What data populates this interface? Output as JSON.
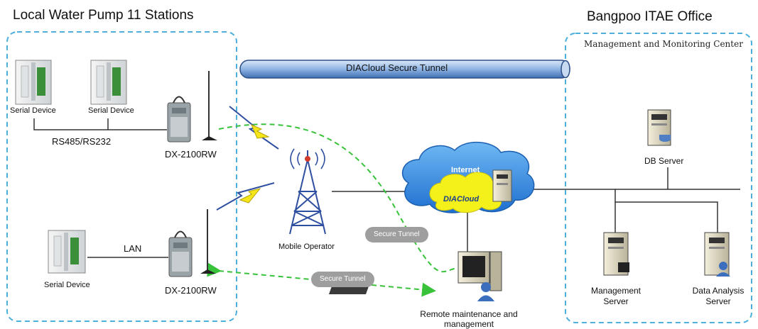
{
  "titles": {
    "left": "Local Water Pump 11 Stations",
    "right": "Bangpoo ITAE Office",
    "right_sub": "Management and Monitoring Center"
  },
  "tunnel_label": "DIACloud Secure Tunnel",
  "devices": {
    "serial_1": "Serial Device",
    "serial_2": "Serial Device",
    "serial_3": "Serial Device",
    "rs_link": "RS485/RS232",
    "lan_link": "LAN",
    "router_top": "DX-2100RW",
    "router_bottom": "DX-2100RW"
  },
  "network": {
    "mobile_operator": "Mobile Operator",
    "internet": "Internet",
    "diacloud": "DIACloud",
    "secure_tunnel_1": "Secure Tunnel",
    "secure_tunnel_2": "Secure Tunnel",
    "remote": "Remote maintenance and management"
  },
  "servers": {
    "db": "DB Server",
    "management": "Management Server",
    "analysis": "Data Analysis Server"
  },
  "colors": {
    "dashed_border": "#4db0dc",
    "tunnel_fill": "#8fb4e3",
    "cloud_fill": "#2f8fe4",
    "diacloud_fill": "#f4f11a",
    "secure_link": "#38c23a",
    "tower": "#2e4fa0"
  }
}
